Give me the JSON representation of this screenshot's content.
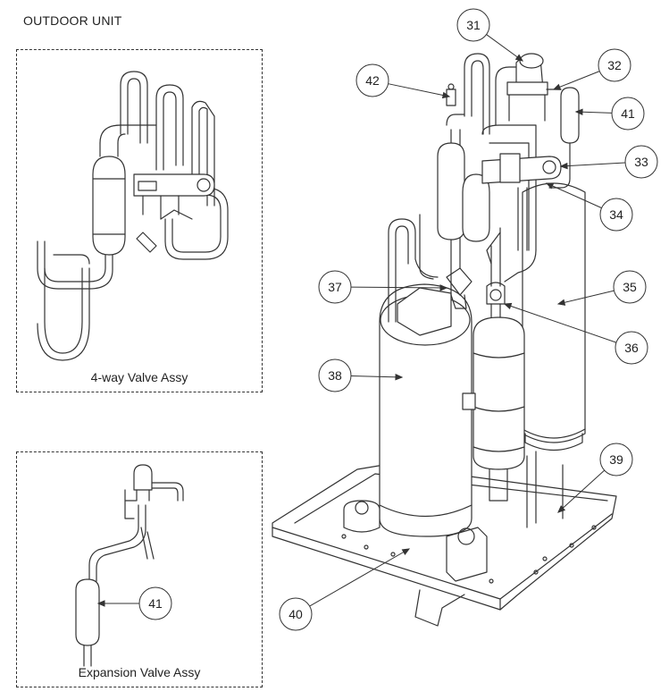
{
  "title": "OUTDOOR UNIT",
  "insets": {
    "four_way": {
      "caption": "4-way Valve Assy"
    },
    "expansion": {
      "caption": "Expansion Valve Assy"
    }
  },
  "callouts": [
    {
      "id": "31",
      "label": "31"
    },
    {
      "id": "32",
      "label": "32"
    },
    {
      "id": "33",
      "label": "33"
    },
    {
      "id": "34",
      "label": "34"
    },
    {
      "id": "35",
      "label": "35"
    },
    {
      "id": "36",
      "label": "36"
    },
    {
      "id": "37",
      "label": "37"
    },
    {
      "id": "38",
      "label": "38"
    },
    {
      "id": "39",
      "label": "39"
    },
    {
      "id": "40",
      "label": "40"
    },
    {
      "id": "41",
      "label": "41"
    },
    {
      "id": "42",
      "label": "42"
    },
    {
      "id": "41b",
      "label": "41"
    }
  ],
  "colors": {
    "line": "#333333",
    "fill": "#ffffff"
  }
}
